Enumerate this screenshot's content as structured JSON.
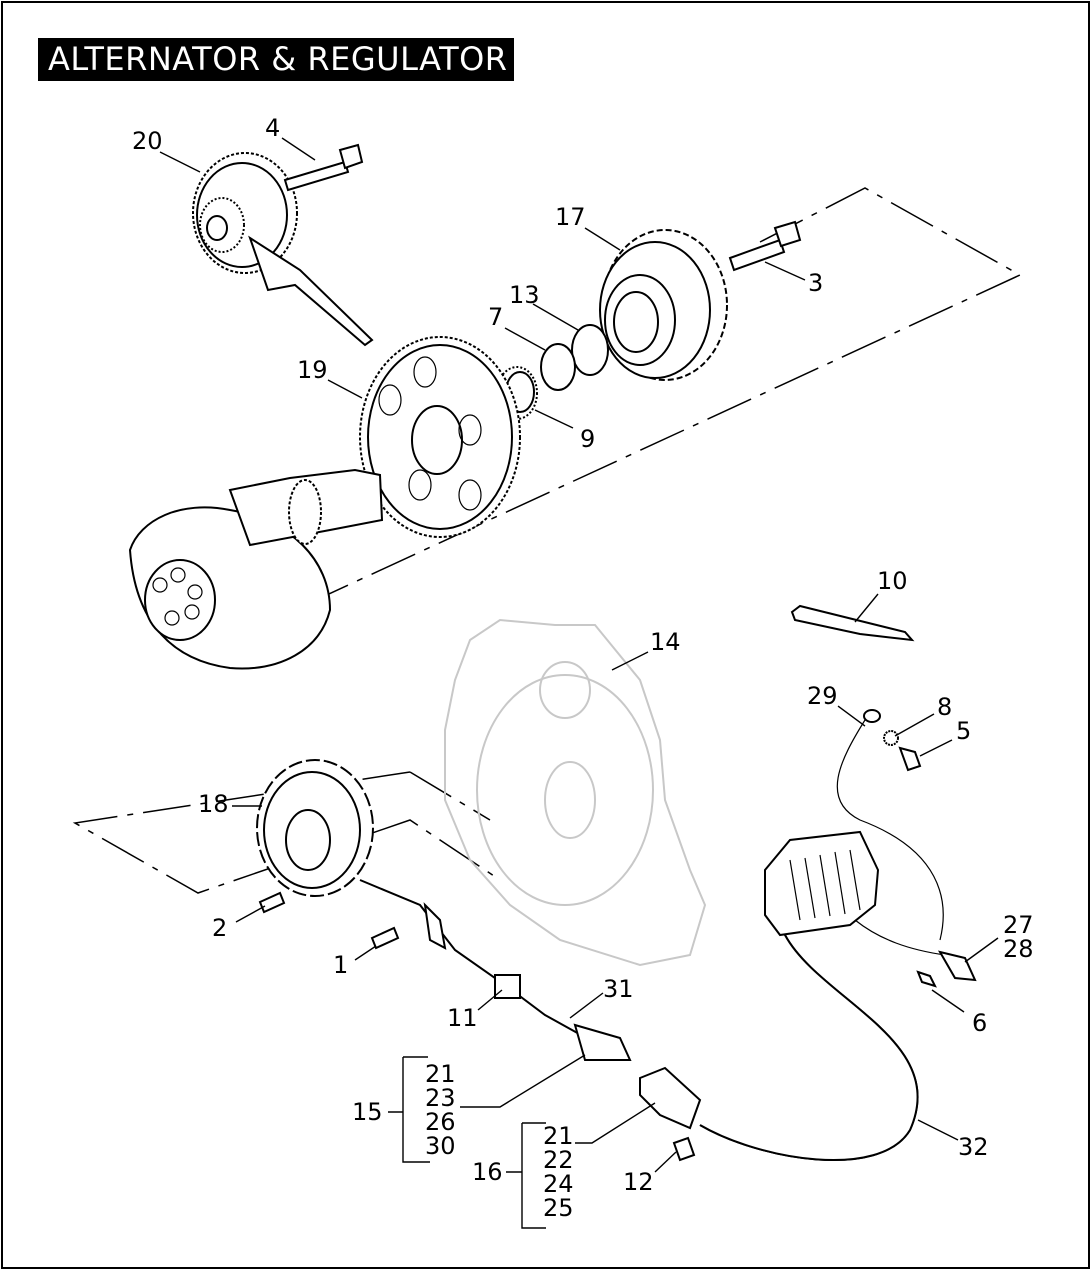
{
  "title": "ALTERNATOR & REGULATOR",
  "callouts": {
    "c1": "1",
    "c2": "2",
    "c3": "3",
    "c4": "4",
    "c5": "5",
    "c6": "6",
    "c7": "7",
    "c8": "8",
    "c9": "9",
    "c10": "10",
    "c11": "11",
    "c12": "12",
    "c13": "13",
    "c14": "14",
    "c15": "15",
    "c16": "16",
    "c17": "17",
    "c18": "18",
    "c19": "19",
    "c20": "20",
    "c27": "27",
    "c28": "28",
    "c29": "29",
    "c31": "31",
    "c32": "32"
  },
  "groups": {
    "g15": [
      "21",
      "23",
      "26",
      "30"
    ],
    "g16": [
      "21",
      "22",
      "24",
      "25"
    ]
  }
}
